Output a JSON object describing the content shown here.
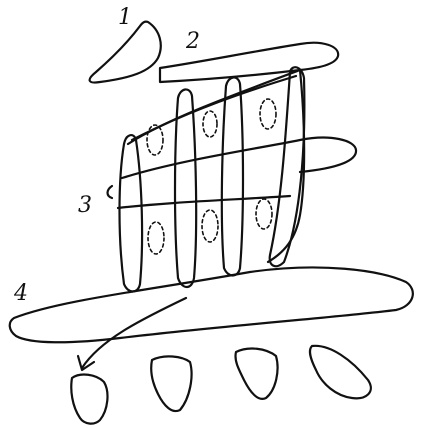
{
  "stroke_order_labels": [
    "1",
    "2",
    "3",
    "4"
  ],
  "ink_color": "#111111",
  "background_color": "#ffffff"
}
